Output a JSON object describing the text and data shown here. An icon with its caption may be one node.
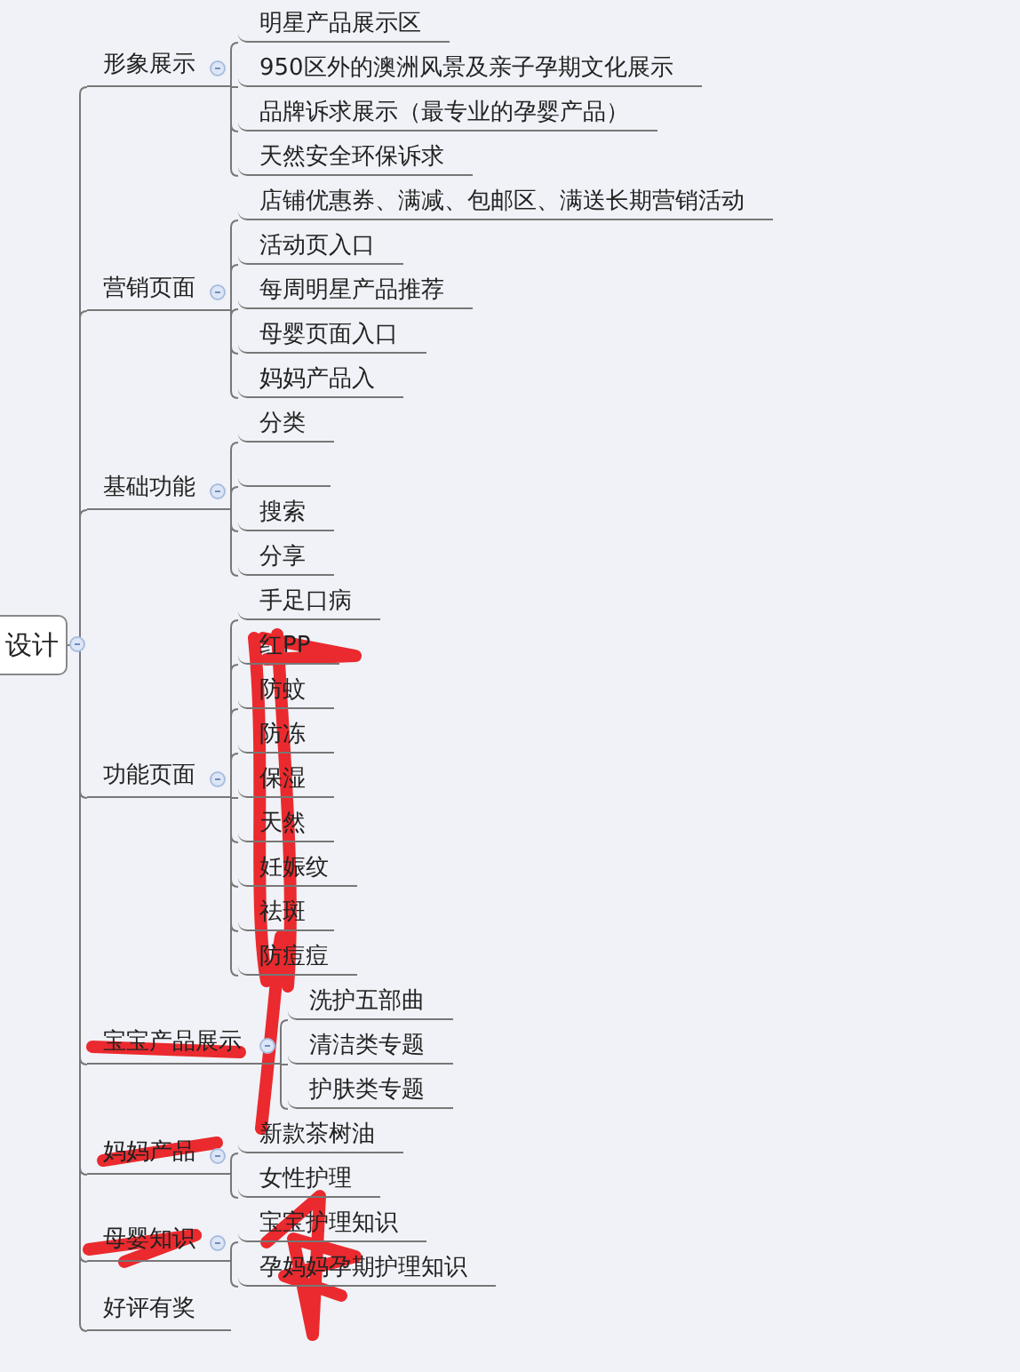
{
  "diagram": {
    "nodes": [
      {
        "text": [
          "设计"
        ]
      },
      {
        "text": [
          "形象展示"
        ]
      },
      {
        "text": [
          "明星产品展示区"
        ]
      },
      {
        "text": [
          "950区外的澳洲风景及亲子孕期文化展示"
        ]
      },
      {
        "text": [
          "品牌诉求展示（最专业的孕婴产品）"
        ]
      },
      {
        "text": [
          "天然安全环保诉求"
        ]
      },
      {
        "text": [
          "营销页面"
        ]
      },
      {
        "text": [
          "店铺优惠券、满减、包邮区、满送长期营销活动"
        ]
      },
      {
        "text": [
          "活动页入口"
        ]
      },
      {
        "text": [
          "每周明星产品推荐"
        ]
      },
      {
        "text": [
          "母婴页面入口"
        ]
      },
      {
        "text": [
          "妈妈产品入"
        ]
      },
      {
        "text": [
          "基础功能"
        ]
      },
      {
        "text": [
          "分类"
        ]
      },
      {
        "text": [],
        "shape": "box"
      },
      {
        "text": [
          "搜索"
        ]
      },
      {
        "text": [
          "分享"
        ]
      },
      {
        "text": [
          "功能页面"
        ]
      },
      {
        "text": [
          "手足口病"
        ]
      },
      {
        "text": [
          "红PP"
        ]
      },
      {
        "text": [
          "防蚊"
        ]
      },
      {
        "text": [
          "防冻"
        ]
      },
      {
        "text": [
          "保湿"
        ]
      },
      {
        "text": [
          "天然"
        ]
      },
      {
        "text": [
          "妊娠纹"
        ]
      },
      {
        "text": [
          "祛斑"
        ]
      },
      {
        "text": [
          "防痘痘"
        ]
      },
      {
        "text": [
          "宝宝产品展示"
        ]
      },
      {
        "text": [
          "洗护五部曲"
        ]
      },
      {
        "text": [
          "清洁类专题"
        ]
      },
      {
        "text": [
          "护肤类专题"
        ]
      },
      {
        "text": [
          "妈妈产品"
        ]
      },
      {
        "text": [
          "新款茶树油"
        ]
      },
      {
        "text": [
          "女性护理"
        ]
      },
      {
        "text": [
          "母婴知识"
        ]
      },
      {
        "text": [
          "宝宝护理知识"
        ]
      },
      {
        "text": [
          "孕妈妈孕期护理知识"
        ]
      },
      {
        "text": [
          "好评有奖"
        ]
      }
    ],
    "edges": [
      {
        "from": 0,
        "to": 1,
        "arrow": "none"
      },
      {
        "from": 1,
        "to": 2,
        "arrow": "none"
      },
      {
        "from": 1,
        "to": 3,
        "arrow": "none"
      },
      {
        "from": 1,
        "to": 4,
        "arrow": "none"
      },
      {
        "from": 1,
        "to": 5,
        "arrow": "none"
      },
      {
        "from": 0,
        "to": 6,
        "arrow": "none"
      },
      {
        "from": 6,
        "to": 7,
        "arrow": "none"
      },
      {
        "from": 6,
        "to": 8,
        "arrow": "none"
      },
      {
        "from": 6,
        "to": 9,
        "arrow": "none"
      },
      {
        "from": 6,
        "to": 10,
        "arrow": "none"
      },
      {
        "from": 6,
        "to": 11,
        "arrow": "none"
      },
      {
        "from": 0,
        "to": 12,
        "arrow": "none"
      },
      {
        "from": 12,
        "to": 13,
        "arrow": "none"
      },
      {
        "from": 12,
        "to": 14,
        "arrow": "none"
      },
      {
        "from": 12,
        "to": 15,
        "arrow": "none"
      },
      {
        "from": 12,
        "to": 16,
        "arrow": "none"
      },
      {
        "from": 0,
        "to": 17,
        "arrow": "none"
      },
      {
        "from": 17,
        "to": 18,
        "arrow": "none"
      },
      {
        "from": 17,
        "to": 19,
        "arrow": "none"
      },
      {
        "from": 17,
        "to": 20,
        "arrow": "none"
      },
      {
        "from": 17,
        "to": 21,
        "arrow": "none"
      },
      {
        "from": 17,
        "to": 22,
        "arrow": "none"
      },
      {
        "from": 17,
        "to": 23,
        "arrow": "none"
      },
      {
        "from": 17,
        "to": 24,
        "arrow": "none"
      },
      {
        "from": 17,
        "to": 25,
        "arrow": "none"
      },
      {
        "from": 17,
        "to": 26,
        "arrow": "none"
      },
      {
        "from": 0,
        "to": 27,
        "arrow": "none"
      },
      {
        "from": 27,
        "to": 28,
        "arrow": "none"
      },
      {
        "from": 27,
        "to": 29,
        "arrow": "none"
      },
      {
        "from": 27,
        "to": 30,
        "arrow": "none"
      },
      {
        "from": 0,
        "to": 31,
        "arrow": "none"
      },
      {
        "from": 31,
        "to": 32,
        "arrow": "none"
      },
      {
        "from": 31,
        "to": 33,
        "arrow": "none"
      },
      {
        "from": 0,
        "to": 34,
        "arrow": "none"
      },
      {
        "from": 34,
        "to": 35,
        "arrow": "none"
      },
      {
        "from": 34,
        "to": 36,
        "arrow": "none"
      },
      {
        "from": 0,
        "to": 37,
        "arrow": "none"
      }
    ]
  }
}
